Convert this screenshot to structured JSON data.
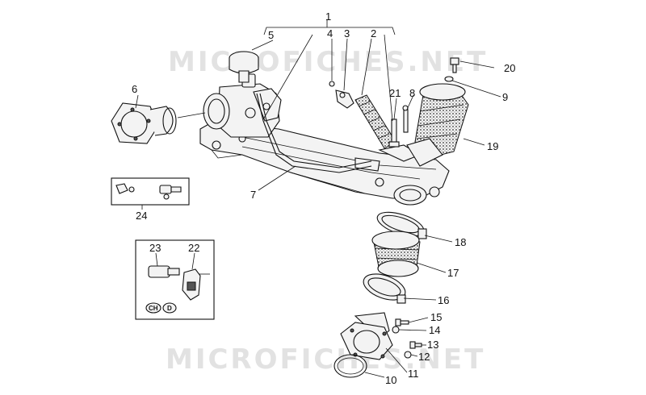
{
  "watermark": "MICROFICHES.NET",
  "callouts": {
    "c1": "1",
    "c2": "2",
    "c3": "3",
    "c4": "4",
    "c5": "5",
    "c6": "6",
    "c7": "7",
    "c8": "8",
    "c9": "9",
    "c10": "10",
    "c11": "11",
    "c12": "12",
    "c13": "13",
    "c14": "14",
    "c15": "15",
    "c16": "16",
    "c17": "17",
    "c18": "18",
    "c19": "19",
    "c20": "20",
    "c21": "21",
    "c22": "22",
    "c23": "23",
    "c24": "24"
  },
  "country_codes": {
    "ch": "CH",
    "d": "D"
  }
}
